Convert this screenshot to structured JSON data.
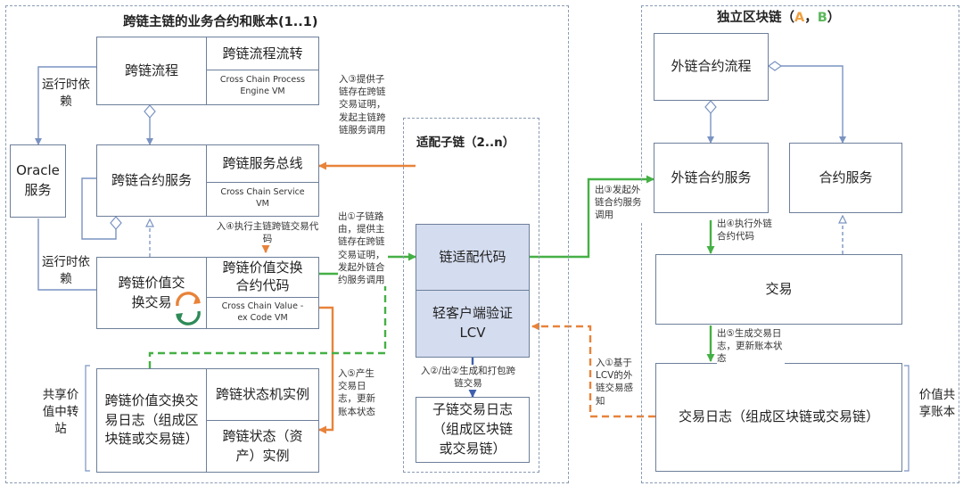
{
  "left_region": {
    "title": "跨链主链的业务合约和账本(1..1)"
  },
  "middle_region": {
    "title": "适配子链（2..n）"
  },
  "right_region": {
    "title_main": "独立区块链（",
    "title_a": "A",
    "title_comma": "，",
    "title_b": "B",
    "title_end": "）",
    "color_a": "#f0a040",
    "color_b": "#5cb85c"
  },
  "nodes": {
    "cross_chain_flow": "跨链流程",
    "cross_chain_flow_transfer": "跨链流程流转",
    "cross_chain_process_vm": "Cross Chain Process Engine VM",
    "oracle": "Oracle 服务",
    "cross_chain_contract_service": "跨链合约服务",
    "cross_chain_service_bus": "跨链服务总线",
    "cross_chain_service_vm": "Cross Chain Service VM",
    "value_exchange_tx": "跨链价值交换交易",
    "value_exchange_code": "跨链价值交换合约代码",
    "value_exchange_vm": "Cross Chain Value - ex Code VM",
    "value_exchange_log": "跨链价值交换交易日志（组成区块链或交易链）",
    "state_machine_instance": "跨链状态机实例",
    "state_asset_instance": "跨链状态（资产）实例",
    "chain_adapter_code": "链适配代码",
    "light_client_lcv": "轻客户端验证 LCV",
    "subchain_tx_log": "子链交易日志（组成区块链或交易链）",
    "external_contract_flow": "外链合约流程",
    "external_contract_service": "外链合约服务",
    "contract_service": "合约服务",
    "transaction": "交易",
    "transaction_log": "交易日志（组成区块链或交易链）"
  },
  "side_labels": {
    "runtime_dep_1": "运行时依赖",
    "runtime_dep_2": "运行时依赖",
    "shared_value_relay": "共享价值中转站",
    "value_shared_ledger": "价值共享账本"
  },
  "annotations": {
    "in3": "入③提供子链存在跨链交易证明，发起主链跨链服务调用",
    "in4": "入④执行主链跨链交易代码",
    "out1": "出①子链路由，提供主链存在跨链交易证明，发起外链合约服务调用",
    "in5": "入⑤产生交易日志，更新账本状态",
    "in2out2": "入②/出②生成和打包跨链交易",
    "out3": "出③发起外链合约服务调用",
    "out4": "出④执行外链合约代码",
    "out5": "出⑤生成交易日志，更新账本状态",
    "in1": "入①基于LCV的外链交易感知"
  },
  "colors": {
    "blue_arrow": "#7a93c2",
    "orange_arrow": "#e8833a",
    "green_arrow": "#45b045",
    "dark_blue_arrow": "#3f5fae",
    "box_border": "#6d7f9a",
    "adapter_fill": "#d4dcef"
  }
}
